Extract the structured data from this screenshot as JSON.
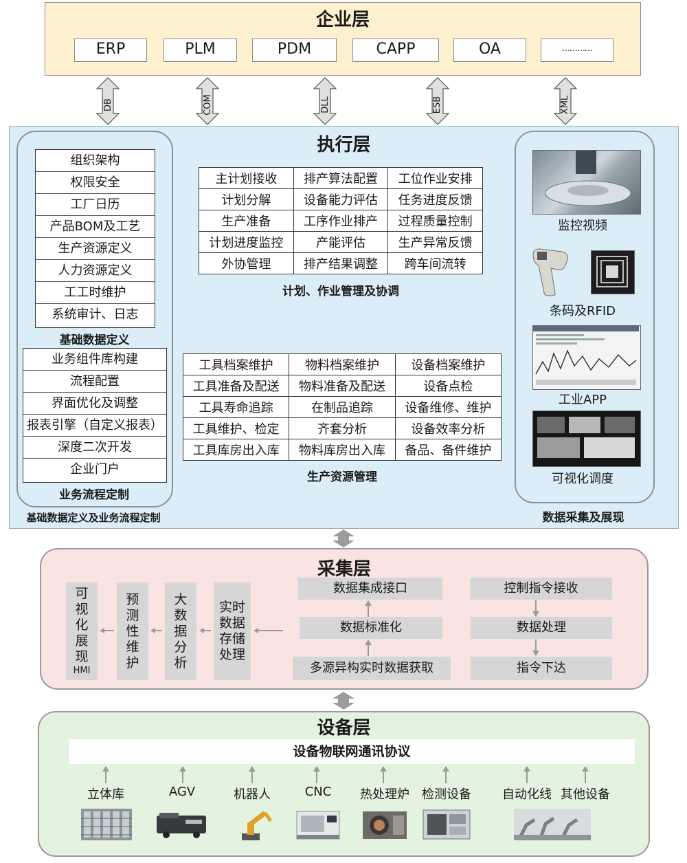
{
  "enterprise": {
    "title": "企业层",
    "systems": [
      "ERP",
      "PLM",
      "PDM",
      "CAPP",
      "OA",
      "…………"
    ]
  },
  "interfaces": [
    "DB",
    "COM",
    "DLL",
    "ESB",
    "XML"
  ],
  "execution": {
    "title": "执行层",
    "basic_data": {
      "items": [
        "组织架构",
        "权限安全",
        "工厂日历",
        "产品BOM及工艺",
        "生产资源定义",
        "人力资源定义",
        "工工时维护",
        "系统审计、日志"
      ],
      "caption": "基础数据定义"
    },
    "business_flow": {
      "items": [
        "业务组件库构建",
        "流程配置",
        "界面优化及调整",
        "报表引擎（自定义报表）",
        "深度二次开发",
        "企业门户"
      ],
      "caption": "业务流程定制"
    },
    "left_caption": "基础数据定义及业务流程定制",
    "planning": {
      "rows": [
        [
          "主计划接收",
          "排产算法配置",
          "工位作业安排"
        ],
        [
          "计划分解",
          "设备能力评估",
          "任务进度反馈"
        ],
        [
          "生产准备",
          "工序作业排产",
          "过程质量控制"
        ],
        [
          "计划进度监控",
          "产能评估",
          "生产异常反馈"
        ],
        [
          "外协管理",
          "排产结果调整",
          "跨车间流转"
        ]
      ],
      "caption": "计划、作业管理及协调"
    },
    "resources": {
      "rows": [
        [
          "工具档案维护",
          "物料档案维护",
          "设备档案维护"
        ],
        [
          "工具准备及配送",
          "物料准备及配送",
          "设备点检"
        ],
        [
          "工具寿命追踪",
          "在制品追踪",
          "设备维修、维护"
        ],
        [
          "工具维护、检定",
          "齐套分析",
          "设备效率分析"
        ],
        [
          "工具库房出入库",
          "物料库房出入库",
          "备品、备件维护"
        ]
      ],
      "caption": "生产资源管理"
    },
    "acquisition": {
      "items": [
        "监控视频",
        "条码及RFID",
        "工业APP",
        "可视化调度"
      ],
      "caption": "数据采集及展现"
    }
  },
  "collection": {
    "title": "采集层",
    "vertical_boxes": [
      {
        "chars": [
          "可",
          "视",
          "化",
          "展",
          "现"
        ],
        "sub": "HMI"
      },
      {
        "chars": [
          "预",
          "测",
          "性",
          "维",
          "护"
        ]
      },
      {
        "chars": [
          "大",
          "数",
          "据",
          "分",
          "析"
        ]
      },
      {
        "chars": [
          "实时",
          "数据",
          "存储",
          "处理"
        ]
      }
    ],
    "data_chain": [
      "数据集成接口",
      "数据标准化",
      "多源异构实时数据获取"
    ],
    "control_chain": [
      "控制指令接收",
      "数据处理",
      "指令下达"
    ]
  },
  "device": {
    "title": "设备层",
    "protocol": "设备物联网通讯协议",
    "items": [
      "立体库",
      "AGV",
      "机器人",
      "CNC",
      "热处理炉",
      "检测设备",
      "自动化线",
      "其他设备"
    ]
  },
  "colors": {
    "enterprise_bg": "#fdf1cf",
    "execution_bg": "#dbeef8",
    "collection_bg": "#f9e3e3",
    "device_bg": "#e3f3e0",
    "box_gray": "#d6d6d6"
  }
}
